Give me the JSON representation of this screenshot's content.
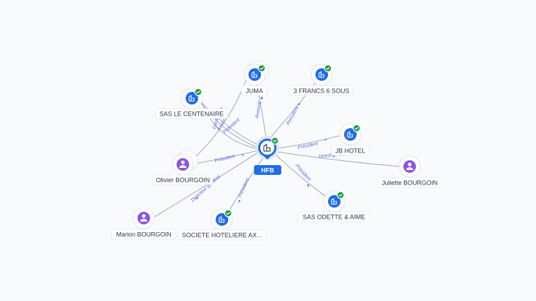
{
  "hub": {
    "name": "HFB",
    "type": "company",
    "verified": true
  },
  "entities": [
    {
      "id": "juma",
      "name": "JUMA",
      "type": "company",
      "verified": true,
      "stacked": true
    },
    {
      "id": "3francs",
      "name": "3 FRANCS 6 SOUS",
      "type": "company",
      "verified": true,
      "stacked": false
    },
    {
      "id": "centenaire",
      "name": "SAS LE CENTENAIRE",
      "type": "company",
      "verified": true,
      "stacked": false
    },
    {
      "id": "jbhotel",
      "name": "JB HOTEL",
      "type": "company",
      "verified": true,
      "stacked": false
    },
    {
      "id": "olivier",
      "name": "Olivier BOURGOIN",
      "type": "person",
      "verified": false,
      "stacked": true
    },
    {
      "id": "juliette",
      "name": "Juliette BOURGOIN",
      "type": "person",
      "verified": false,
      "stacked": false
    },
    {
      "id": "odette",
      "name": "SAS ODETTE & AIME",
      "type": "company",
      "verified": true,
      "stacked": false
    },
    {
      "id": "marion",
      "name": "Marion BOURGOIN",
      "type": "person",
      "verified": false,
      "stacked": false
    },
    {
      "id": "hoteliere",
      "name": "SOCIETE HOTELIERE AX...",
      "type": "company",
      "verified": true,
      "stacked": false
    }
  ],
  "relations": [
    {
      "id": "r-juma",
      "label": "Associé"
    },
    {
      "id": "r-3francs",
      "label": "Président"
    },
    {
      "id": "r-centenaire-a",
      "label": "Associé"
    },
    {
      "id": "r-centenaire-b",
      "label": "Président"
    },
    {
      "id": "r-centenaire-c",
      "label": "Gérant"
    },
    {
      "id": "r-jbhotel",
      "label": "Président"
    },
    {
      "id": "r-olivier",
      "label": "Président"
    },
    {
      "id": "r-juliette",
      "label": "Directeur général"
    },
    {
      "id": "r-odette",
      "label": "Président"
    },
    {
      "id": "r-marion",
      "label": "Directeur général"
    },
    {
      "id": "r-hoteliere",
      "label": "Président"
    }
  ]
}
